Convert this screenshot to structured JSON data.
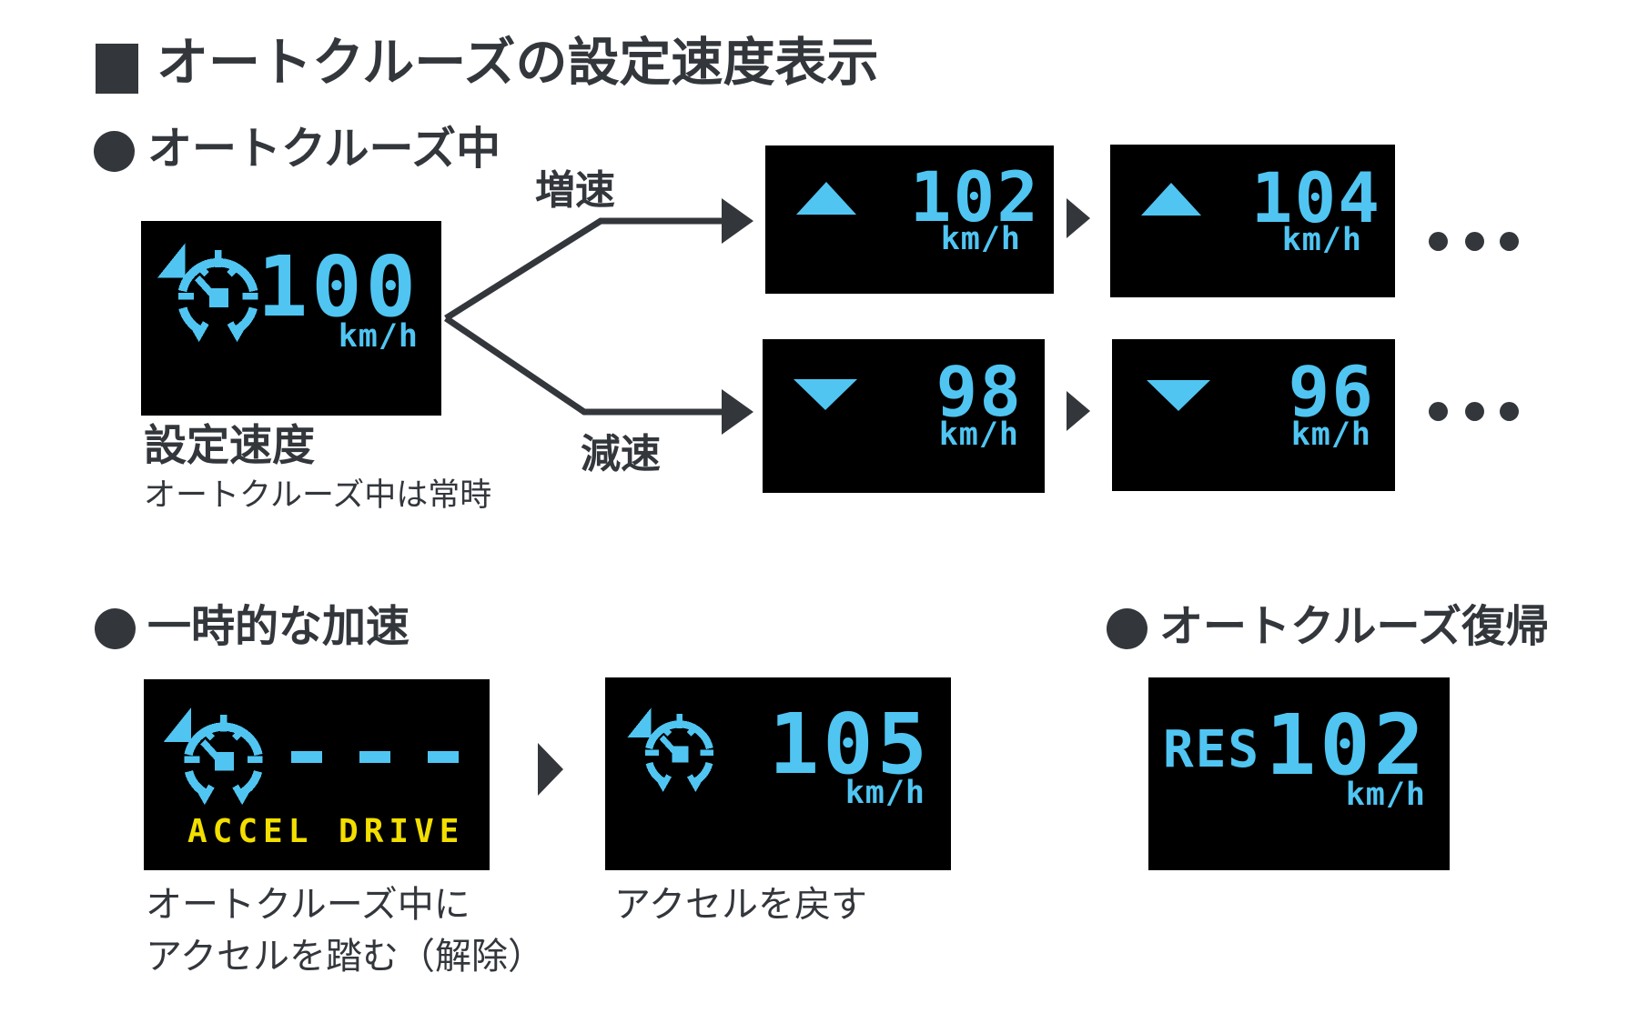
{
  "title": "オートクルーズの設定速度表示",
  "colors": {
    "ink": "#33373c",
    "display_background": "#000000",
    "accent_cyan": "#50c5f2",
    "accent_yellow": "#f2de00"
  },
  "icons": {
    "gauge": "cruise-control-speedometer-icon",
    "up_triangle": "speed-up-triangle-icon",
    "down_triangle": "speed-down-triangle-icon",
    "flow_arrow": "next-step-arrow-icon",
    "ellipsis": "continuation-dots"
  },
  "section_cruising": {
    "heading": "オートクルーズ中",
    "set_speed_display": {
      "value": "100",
      "unit": "km/h"
    },
    "set_speed_label": "設定速度",
    "set_speed_note": "オートクルーズ中は常時",
    "accelerate_label": "増速",
    "decelerate_label": "減速",
    "increase_steps": [
      {
        "value": "102",
        "unit": "km/h"
      },
      {
        "value": "104",
        "unit": "km/h"
      }
    ],
    "decrease_steps": [
      {
        "value": "98",
        "unit": "km/h"
      },
      {
        "value": "96",
        "unit": "km/h"
      }
    ]
  },
  "section_temporary": {
    "heading": "一時的な加速",
    "accel_display": {
      "no_speed_value": "---",
      "status": "ACCEL DRIVE"
    },
    "accel_caption_line1": "オートクルーズ中に",
    "accel_caption_line2": "アクセルを踏む（解除）",
    "release_display": {
      "value": "105",
      "unit": "km/h"
    },
    "release_caption": "アクセルを戻す"
  },
  "section_resume": {
    "heading": "オートクルーズ復帰",
    "resume_display": {
      "prefix": "RES",
      "value": "102",
      "unit": "km/h"
    }
  }
}
